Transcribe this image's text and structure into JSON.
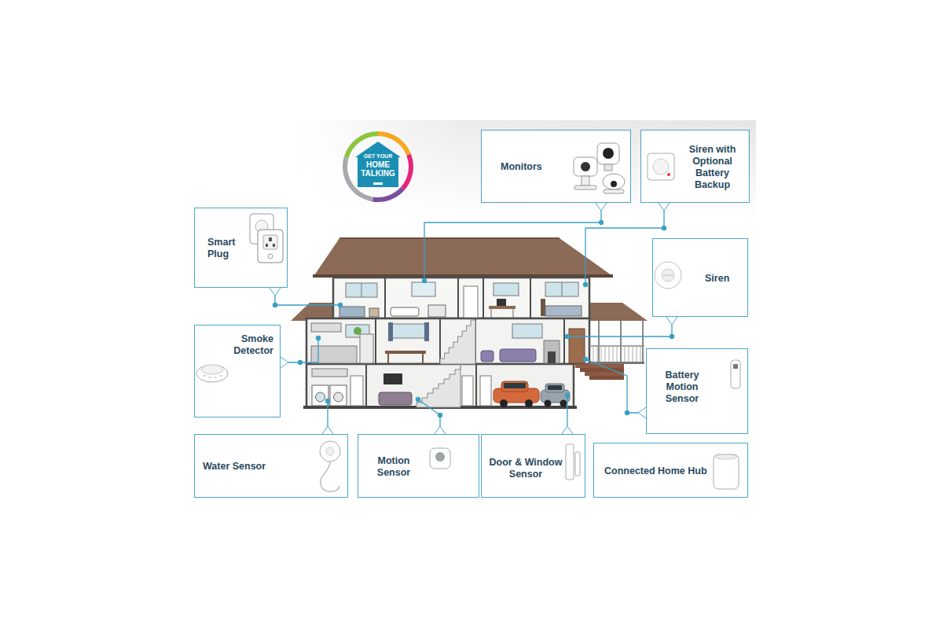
{
  "diagram": {
    "nodes": [
      {
        "text": [
          "GET YOUR",
          "HOME TALKING"
        ]
      },
      {
        "text": [
          "Monitors"
        ]
      },
      {
        "text": [
          "Siren with Optional Battery Backup"
        ]
      },
      {
        "text": [
          "Smart Plug"
        ]
      },
      {
        "text": [
          "Siren"
        ]
      },
      {
        "text": [
          "Smoke Detector"
        ]
      },
      {
        "text": [
          "Battery Motion Sensor"
        ]
      },
      {
        "text": [
          "Water Sensor"
        ]
      },
      {
        "text": [
          "Motion Sensor"
        ]
      },
      {
        "text": [
          "Door & Window Sensor"
        ]
      },
      {
        "text": [
          "Connected Home Hub"
        ]
      }
    ]
  }
}
